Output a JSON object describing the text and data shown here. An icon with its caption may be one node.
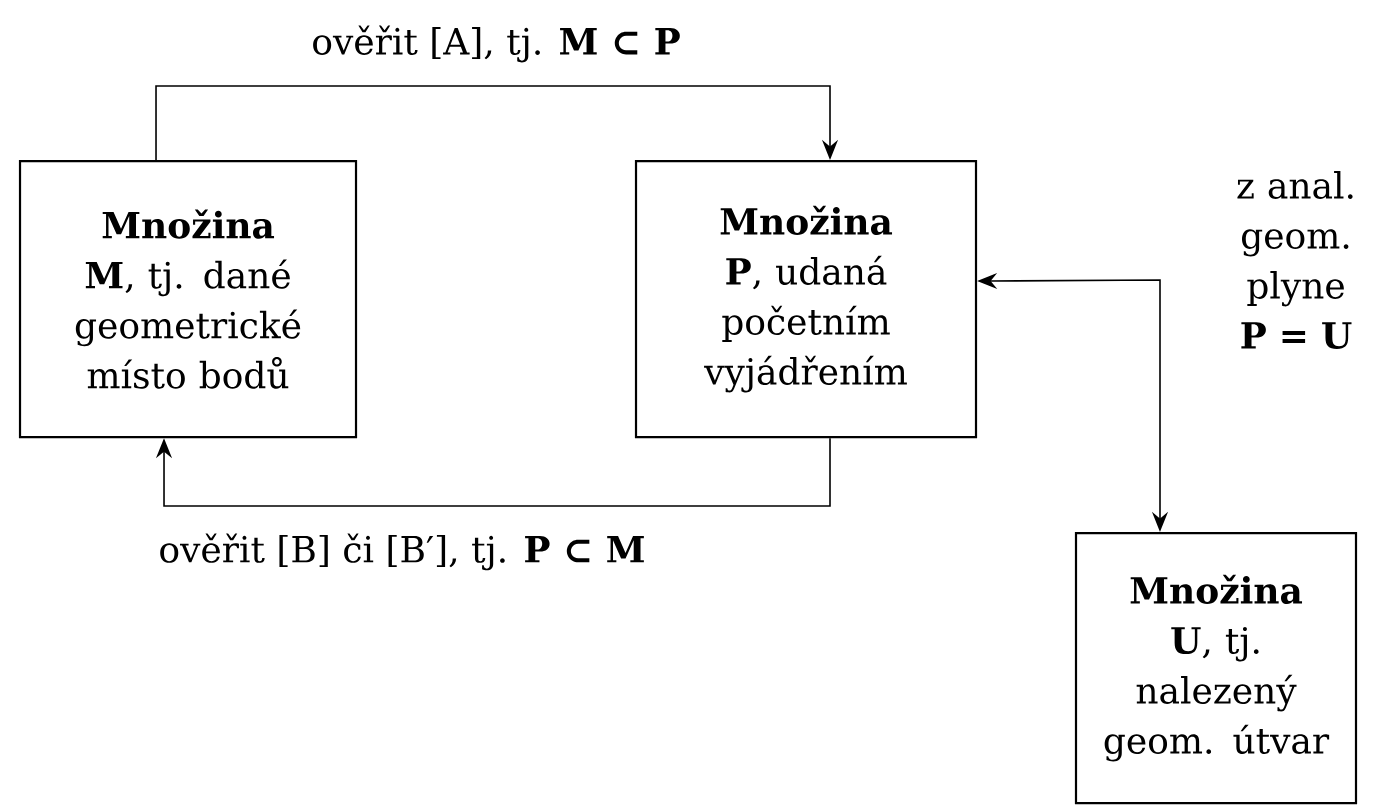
{
  "diagram": {
    "nodes": [
      {
        "text": [
          "Množina",
          "**M**, tj. dané geometrické místo bodů"
        ]
      },
      {
        "text": [
          "Množina",
          "**P**, udaná početním vyjádřením"
        ]
      },
      {
        "text": [
          "Množina",
          "**U**, tj. nalezený geom. útvar"
        ]
      }
    ],
    "edges": [
      {
        "from": 0,
        "to": 1,
        "arrow": "to",
        "label": "ověřit [A], tj. **M ⊂ P**"
      },
      {
        "from": 1,
        "to": 0,
        "arrow": "to",
        "label": "ověřit [B] či [B′], tj. **P ⊂ M**"
      },
      {
        "from": 1,
        "to": 2,
        "arrow": "both",
        "label": "z anal. geom. plyne **P = U**"
      }
    ]
  }
}
